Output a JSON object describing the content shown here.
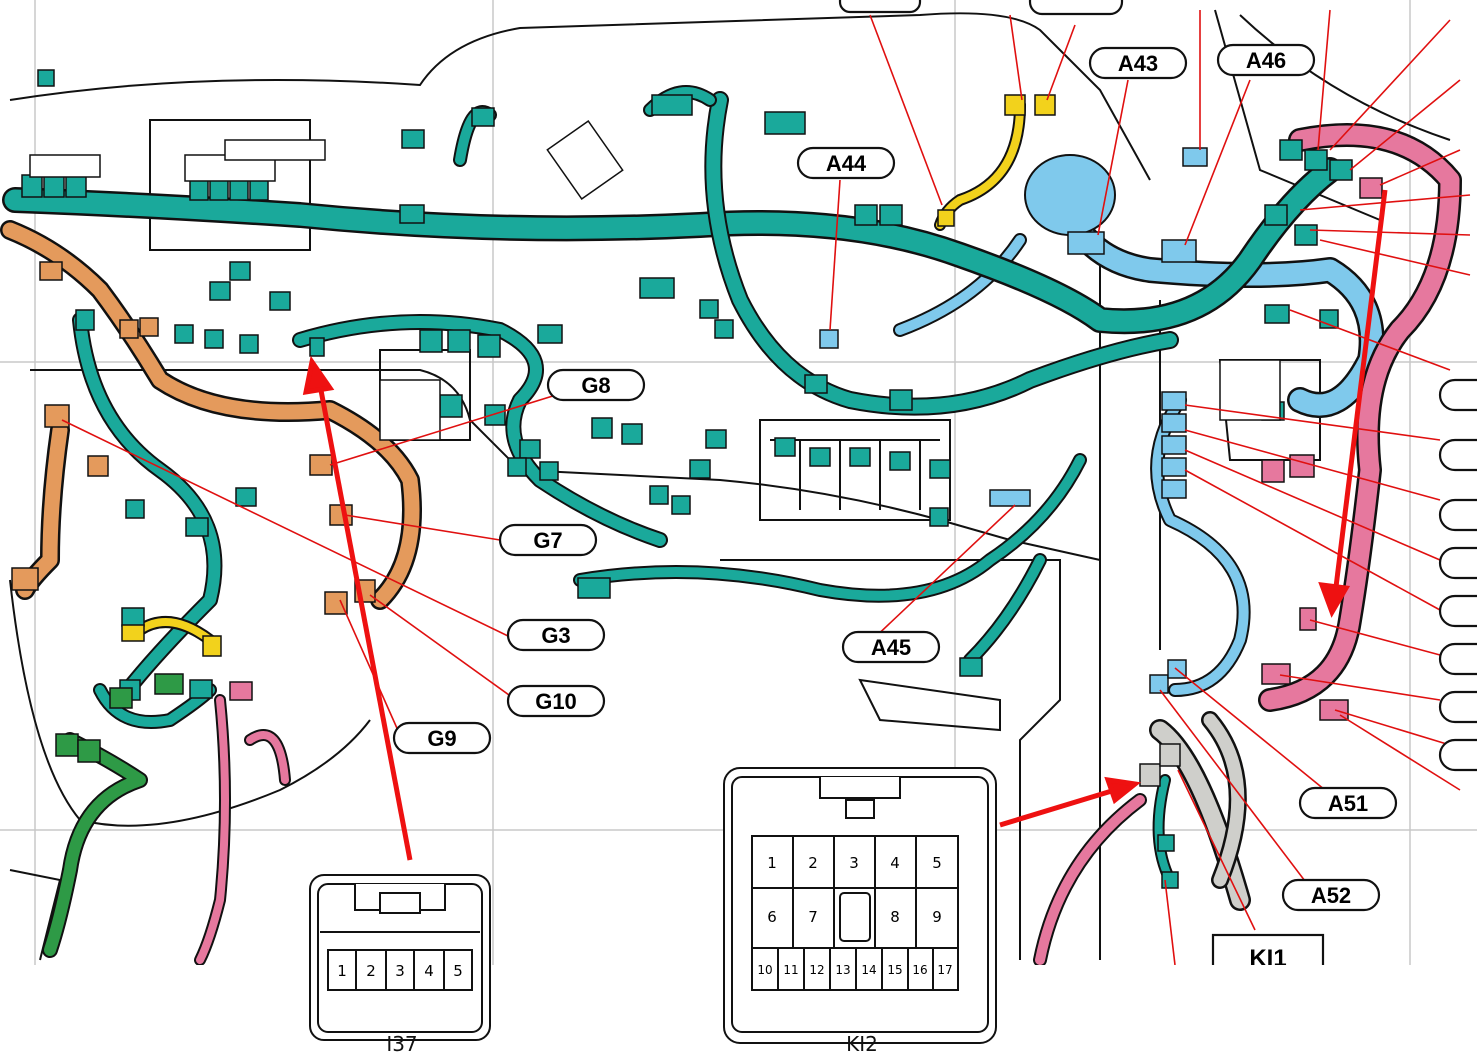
{
  "callouts": {
    "A43": "A43",
    "A44": "A44",
    "A45": "A45",
    "A46": "A46",
    "A51": "A51",
    "A52": "A52",
    "G3": "G3",
    "G7": "G7",
    "G8": "G8",
    "G9": "G9",
    "G10": "G10",
    "KI1": "KI1"
  },
  "connector_i37": {
    "caption": "I37",
    "pins": [
      "1",
      "2",
      "3",
      "4",
      "5"
    ]
  },
  "connector_ki2": {
    "caption": "KI2",
    "row1": [
      "1",
      "2",
      "3",
      "4",
      "5"
    ],
    "row2_left": [
      "6",
      "7"
    ],
    "row2_right": [
      "8",
      "9"
    ],
    "row3": [
      "10",
      "11",
      "12",
      "13",
      "14",
      "15",
      "16",
      "17"
    ]
  },
  "colors": {
    "harness_main": "#1aa99b",
    "harness_blue": "#7fc9ec",
    "harness_orange": "#e49a5c",
    "harness_pink": "#e6789e",
    "harness_green": "#2e9a46",
    "harness_yellow": "#f2d21c",
    "harness_grey": "#cfcfcb",
    "leader_line": "#e01010",
    "arrow": "#ee1111"
  }
}
